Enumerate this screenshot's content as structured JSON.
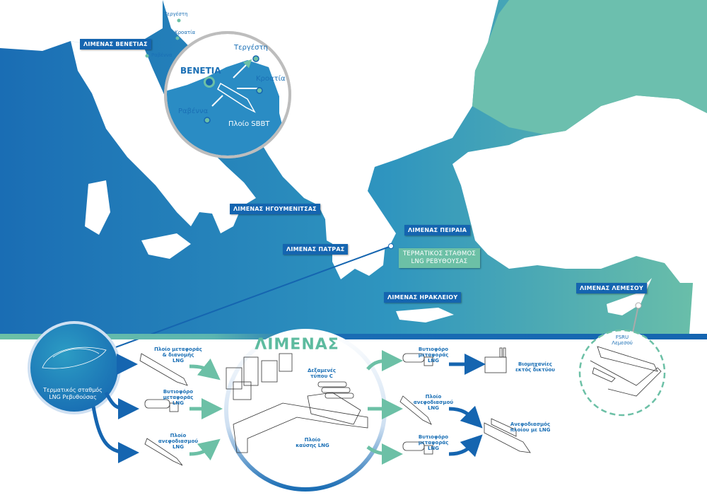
{
  "colors": {
    "sea_west": "#1a6db4",
    "sea_east": "#6cc0a8",
    "label_blue": "#1565b0",
    "label_teal": "#6cc0a6",
    "arrow_blue": "#1565b0",
    "arrow_teal": "#6cc0a6"
  },
  "map": {
    "ports": {
      "venice": "ΛΙΜΕΝΑΣ ΒΕΝΕΤΙΑΣ",
      "igoumenitsa": "ΛΙΜΕΝΑΣ ΗΓΟΥΜΕΝΙΤΣΑΣ",
      "piraeus": "ΛΙΜΕΝΑΣ ΠΕΙΡΑΙΑ",
      "patras": "ΛΙΜΕΝΑΣ ΠΑΤΡΑΣ",
      "heraklion": "ΛΙΜΕΝΑΣ ΗΡΑΚΛΕΙΟΥ",
      "limassol": "ΛΙΜΕΝΑΣ ΛΕΜΕΣΟΥ"
    },
    "terminal": {
      "line1": "ΤΕΡΜΑΤΙΚΟΣ ΣΤΑΘΜΟΣ",
      "line2": "LNG ΡΕΒΥΘΟΥΣΑΣ"
    },
    "small_cities": {
      "trieste": "Τεργέστη",
      "croatia": "Κροατία",
      "ravenna": "Ραβέννα"
    },
    "inset": {
      "venice": "ΒΕΝΕΤΙΑ",
      "trieste": "Τεργέστη",
      "croatia": "Κροατία",
      "ravenna": "Ραβέννα",
      "ship": "Πλοίο SBBT"
    }
  },
  "diagram": {
    "terminal_circle": "Τερματικός σταθμός\nLNG Ρεβυθούσας",
    "left": [
      "Πλοίο μεταφοράς\n& διανομής\nLNG",
      "Βυτιοφόρο\nμεταφοράς\nLNG",
      "Πλοίο\nανεφοδιασμού\nLNG"
    ],
    "port": {
      "title": "ΛΙΜΕΝΑΣ",
      "tanks": "Δεξαμενές\nτύπου C",
      "ship": "Πλοίο\nκαύσης LNG"
    },
    "right": [
      "Βυτιοφόρο\nμεταφοράς\nLNG",
      "Πλοίο\nανεφοδιασμού\nLNG",
      "Βυτιοφόρο\nμεταφοράς\nLNG"
    ],
    "targets": {
      "industry": "Βιομηχανίες\nεκτός δικτύου",
      "bunkering": "Ανεφοδιασμός\nπλοίου με LNG"
    },
    "fsru": "FSRU\nΛεμεσού"
  }
}
